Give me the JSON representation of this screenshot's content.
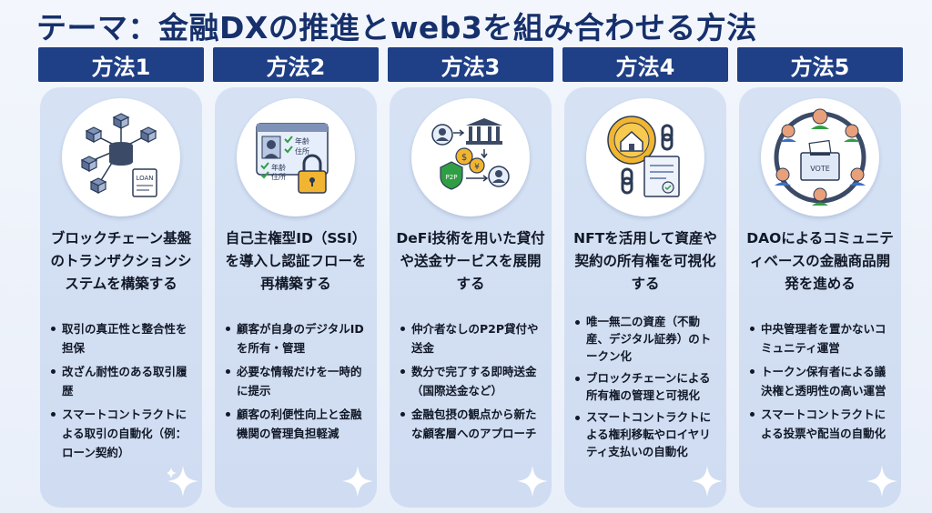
{
  "title": "テーマ：金融DXの推進とweb3を組み合わせる方法",
  "columns": [
    {
      "header": "方法1",
      "icon": "blockchain-network-icon",
      "icon_text": "LOAN",
      "heading": "ブロックチェーン基盤のトランザクションシステムを構築する",
      "bullets": [
        "取引の真正性と整合性を担保",
        "改ざん耐性のある取引履歴",
        "スマートコントラクトによる取引の自動化（例：ローン契約）"
      ]
    },
    {
      "header": "方法2",
      "icon": "id-card-lock-icon",
      "icon_labels": [
        "年齢",
        "住所",
        "年齢",
        "住所"
      ],
      "heading": "自己主権型ID（SSI）を導入し認証フローを再構築する",
      "bullets": [
        "顧客が自身のデジタルIDを所有・管理",
        "必要な情報だけを一時的に提示",
        "顧客の利便性向上と金融機関の管理負担軽減"
      ]
    },
    {
      "header": "方法3",
      "icon": "defi-flow-icon",
      "icon_text": "P2P",
      "heading": "DeFi技術を用いた貸付や送金サービスを展開する",
      "bullets": [
        "仲介者なしのP2P貸付や送金",
        "数分で完了する即時送金（国際送金など）",
        "金融包摂の観点から新たな顧客層へのアプローチ"
      ]
    },
    {
      "header": "方法4",
      "icon": "nft-asset-icon",
      "heading": "NFTを活用して資産や契約の所有権を可視化する",
      "bullets": [
        "唯一無二の資産（不動産、デジタル証券）のトークン化",
        "ブロックチェーンによる所有権の管理と可視化",
        "スマートコントラクトによる権利移転やロイヤリティ支払いの自動化"
      ]
    },
    {
      "header": "方法5",
      "icon": "dao-vote-icon",
      "icon_text": "VOTE",
      "heading": "DAOによるコミュニティベースの金融商品開発を進める",
      "bullets": [
        "中央管理者を置かないコミュニティ運営",
        "トークン保有者による議決権と透明性の高い運営",
        "スマートコントラクトによる投票や配当の自動化"
      ]
    }
  ],
  "colors": {
    "header": "#1f3f86",
    "title": "#16306b",
    "panel": "#d3dff3"
  }
}
